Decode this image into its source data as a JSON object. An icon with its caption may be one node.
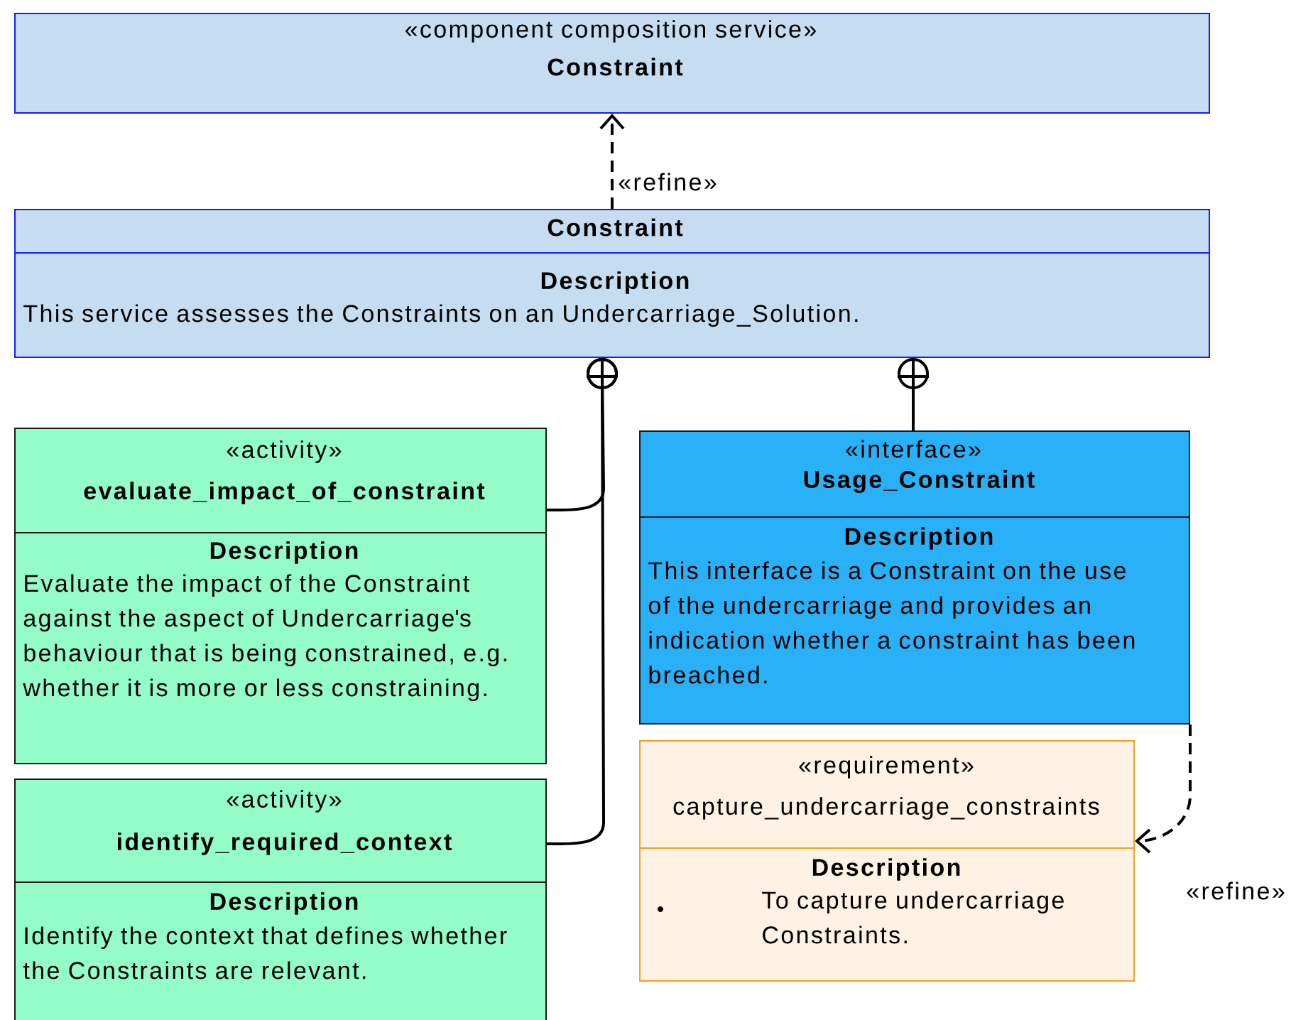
{
  "diagram": {
    "nodes": [
      {
        "text": [
          "«component composition service»",
          "Constraint"
        ]
      },
      {
        "text": [
          "Constraint",
          "Description",
          "This service assesses the Constraints on an Undercarriage_Solution."
        ]
      },
      {
        "text": [
          "«activity»",
          "evaluate_impact_of_constraint",
          "Description",
          "Evaluate the impact of the Constraint against the aspect of Undercarriage's behaviour that is being constrained, e.g. whether it is more or less constraining."
        ]
      },
      {
        "text": [
          "«activity»",
          "identify_required_context",
          "Description",
          "Identify the context that defines whether the Constraints are relevant."
        ]
      },
      {
        "text": [
          "«interface»",
          "Usage_Constraint",
          "Description",
          "This interface is a Constraint on the use of the undercarriage and provides an indication whether a constraint has been breached."
        ]
      },
      {
        "text": [
          "«requirement»",
          "capture_undercarriage_constraints",
          "Description",
          "To capture undercarriage Constraints."
        ]
      }
    ],
    "edges": [
      {
        "from": 1,
        "to": 0,
        "arrow": "to",
        "label": "«refine»",
        "style": "dashed"
      },
      {
        "from": 1,
        "to": 2,
        "arrow": "other"
      },
      {
        "from": 1,
        "to": 3,
        "arrow": "other"
      },
      {
        "from": 1,
        "to": 4,
        "arrow": "other"
      },
      {
        "from": 4,
        "to": 5,
        "arrow": "to",
        "label": "«refine»",
        "style": "dashed"
      }
    ]
  }
}
